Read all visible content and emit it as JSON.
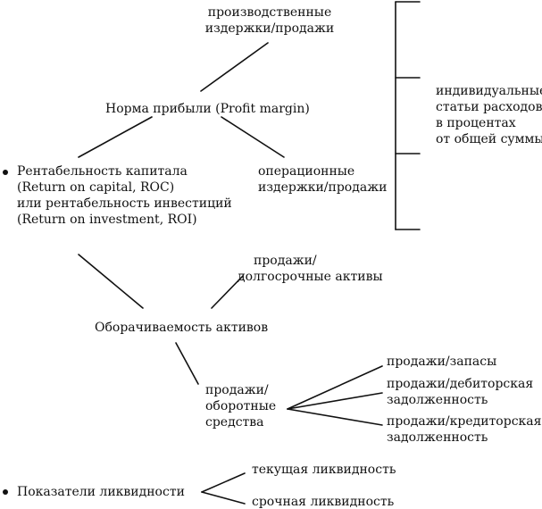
{
  "diagram": {
    "prod_costs": [
      "производственные",
      "издержки/продажи"
    ],
    "profit_margin": "Норма прибыли (Profit margin)",
    "roc": [
      "Рентабельность капитала",
      "(Return on capital, ROC)",
      "или рентабельность инвестиций",
      "(Return on  investment, ROI)"
    ],
    "op_costs": [
      "операционные",
      "издержки/продажи"
    ],
    "expense_items": [
      "индивидуальные",
      "статьи расходов,",
      "в процентах",
      "от общей суммы"
    ],
    "sales_fixed_assets": [
      "продажи/",
      "долгосрочные активы"
    ],
    "asset_turnover": "Оборачиваемость активов",
    "sales_current_assets": [
      "продажи/",
      "оборотные",
      "средства"
    ],
    "sales_inventory": "продажи/запасы",
    "sales_receivables": [
      "продажи/дебиторская",
      "задолженность"
    ],
    "sales_payables": [
      "продажи/кредиторская",
      "задолженность"
    ],
    "liquidity": "Показатели ликвидности",
    "current_liquidity": "текущая ликвидность",
    "quick_liquidity": "срочная ликвидность"
  }
}
